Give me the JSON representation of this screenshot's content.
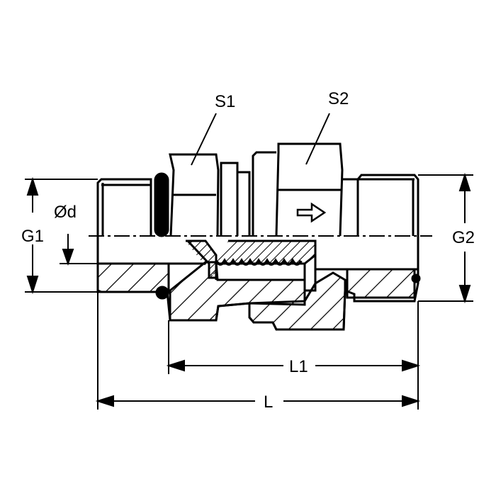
{
  "labels": {
    "s1": "S1",
    "s2": "S2",
    "g1": "G1",
    "g2": "G2",
    "d": "Ød",
    "l1": "L1",
    "l": "L"
  },
  "colors": {
    "line": "#000000",
    "background": "#ffffff"
  }
}
